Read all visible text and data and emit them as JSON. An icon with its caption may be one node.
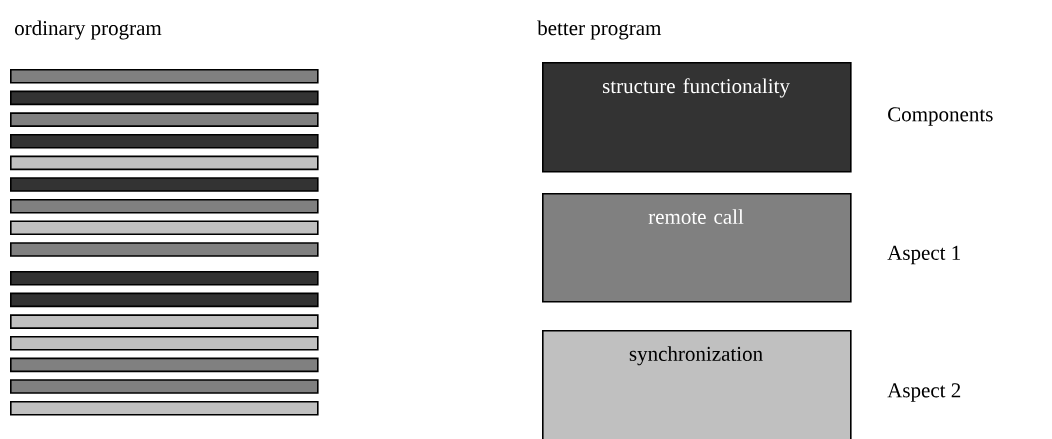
{
  "diagram": {
    "nodes": [
      {
        "text": [],
        "shape": "bar"
      },
      {
        "text": [],
        "shape": "bar"
      },
      {
        "text": [],
        "shape": "bar"
      },
      {
        "text": [],
        "shape": "bar"
      },
      {
        "text": [],
        "shape": "bar"
      },
      {
        "text": [],
        "shape": "bar"
      },
      {
        "text": [],
        "shape": "bar"
      },
      {
        "text": [],
        "shape": "bar"
      },
      {
        "text": [],
        "shape": "bar"
      },
      {
        "text": [],
        "shape": "bar"
      },
      {
        "text": [],
        "shape": "bar"
      },
      {
        "text": [],
        "shape": "bar"
      },
      {
        "text": [],
        "shape": "bar"
      },
      {
        "text": [],
        "shape": "bar"
      },
      {
        "text": [],
        "shape": "bar"
      },
      {
        "text": [],
        "shape": "bar"
      },
      {
        "text": [
          "structure functionality"
        ],
        "beside": [
          "Components"
        ]
      },
      {
        "text": [
          "remote call"
        ],
        "beside": [
          "Aspect 1"
        ]
      },
      {
        "text": [
          "synchronization"
        ],
        "beside": [
          "Aspect 2"
        ]
      }
    ],
    "labels": [
      "ordinary program",
      "better program"
    ]
  }
}
